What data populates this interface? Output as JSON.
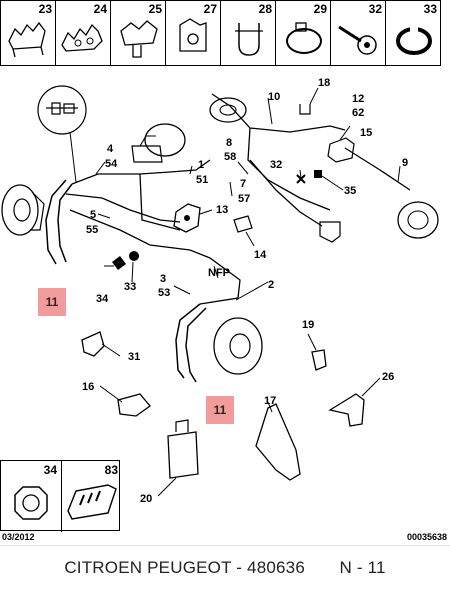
{
  "top_strip": [
    {
      "num": "23",
      "icon": "clip-icon"
    },
    {
      "num": "24",
      "icon": "clip-icon"
    },
    {
      "num": "25",
      "icon": "clip-icon"
    },
    {
      "num": "27",
      "icon": "bracket-icon"
    },
    {
      "num": "28",
      "icon": "clip-icon"
    },
    {
      "num": "29",
      "icon": "hose-clamp-icon"
    },
    {
      "num": "32",
      "icon": "screw-icon"
    },
    {
      "num": "33",
      "icon": "circlip-icon"
    }
  ],
  "callouts": {
    "c18": "18",
    "c12": "12",
    "c62": "62",
    "c10": "10",
    "c15": "15",
    "c8": "8",
    "c58": "58",
    "c32": "32",
    "c35": "35",
    "c9": "9",
    "c4": "4",
    "c54": "54",
    "c1": "1",
    "c51": "51",
    "c7": "7",
    "c57": "57",
    "c5": "5",
    "c55": "55",
    "c13": "13",
    "c14": "14",
    "c34": "34",
    "c33": "33",
    "nfp": "NFP",
    "c2": "2",
    "c3": "3",
    "c53": "53",
    "c19": "19",
    "c31": "31",
    "c16": "16",
    "c26": "26",
    "c17": "17",
    "c20": "20"
  },
  "highlights": {
    "h1": "11",
    "h2": "11"
  },
  "corner": [
    {
      "num": "34",
      "icon": "nut-icon"
    },
    {
      "num": "83",
      "icon": "connector-icon"
    }
  ],
  "footer": {
    "date": "03/2012",
    "ref": "00035638"
  },
  "caption": "CITROEN PEUGEOT - 480636       N - 11",
  "colors": {
    "highlight": "#f08a8a",
    "line": "#000000"
  }
}
